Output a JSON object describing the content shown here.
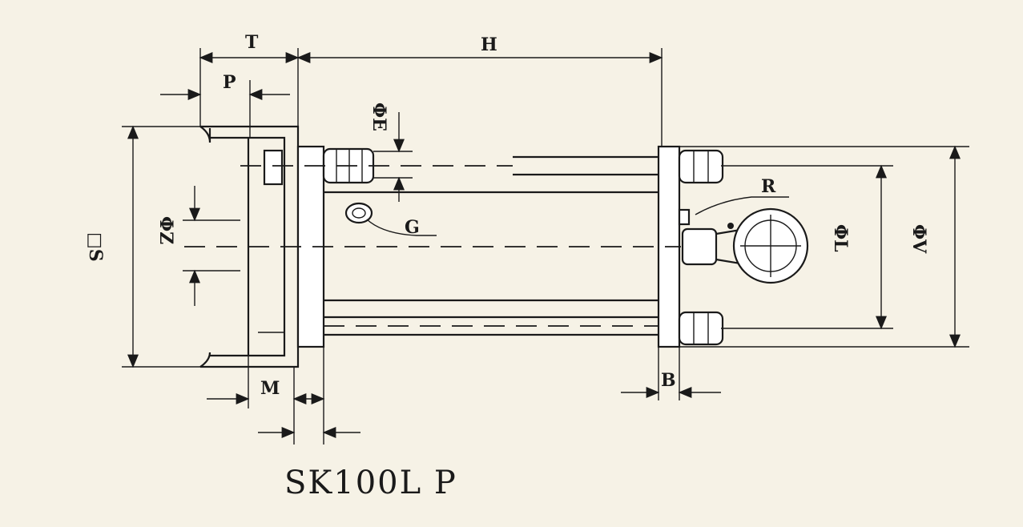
{
  "model": "SK100L P",
  "dimensions": {
    "T": "T",
    "H": "H",
    "P": "P",
    "E": "ΦE",
    "R": "R",
    "G": "G",
    "Z": "ΦZ",
    "S": "□S",
    "L": "ΦL",
    "V": "ΦV",
    "M": "M",
    "B": "B"
  }
}
